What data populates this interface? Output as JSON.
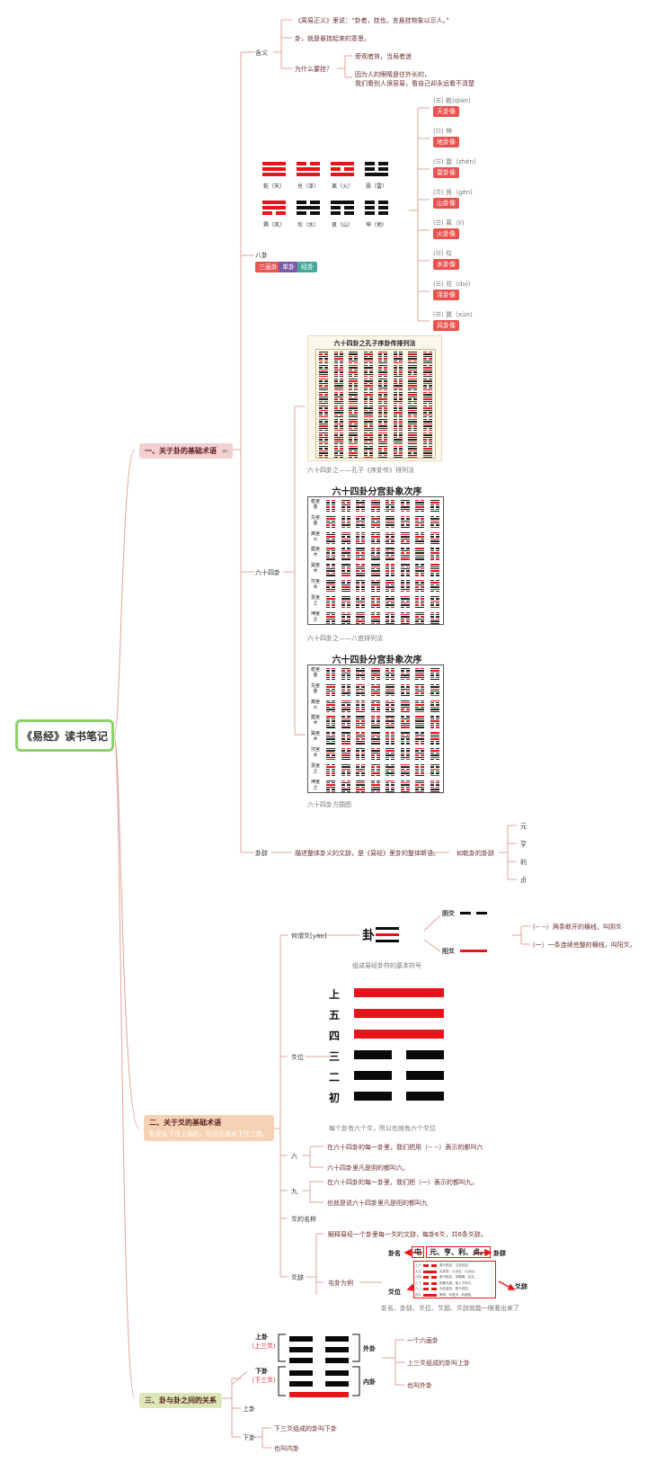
{
  "root": {
    "title": "《易经》读书笔记"
  },
  "sec1": {
    "title": "一、关于卦的基础术语",
    "hanyi": {
      "label": "含义",
      "item1": "《周易正义》里说：“卦者，挂也，言悬挂物象以示人。”",
      "item2": "卦，就是悬挂起来的意思。",
      "why_label": "为什么要挂？",
      "why1": "旁观者效，当局者迷",
      "why2a": "因为人的眼睛是往外长的，",
      "why2b": "我们看别人很容易，看自己却永远看不清楚"
    },
    "bagua": {
      "label": "八卦",
      "tags": [
        "三画卦",
        "单卦",
        "经卦"
      ],
      "trigram_names": [
        "乾（天）",
        "兑（泽）",
        "离（火）",
        "震（雷）",
        "巽（风）",
        "坎（水）",
        "艮（山）",
        "坤（地）"
      ],
      "right_items": [
        {
          "name": "(☰) 乾(qián)",
          "tag": "天卦像"
        },
        {
          "name": "(☷) 坤",
          "tag": "地卦像"
        },
        {
          "name": "(☳) 震（zhèn)",
          "tag": "雷卦像"
        },
        {
          "name": "(☶) 艮（gèn)",
          "tag": "山卦像"
        },
        {
          "name": "(☲) 离（lí)",
          "tag": "火卦像"
        },
        {
          "name": "(☵) 坎",
          "tag": "水卦像"
        },
        {
          "name": "(☱) 兑（duì)",
          "tag": "泽卦像"
        },
        {
          "name": "(☴) 巽（xùn)",
          "tag": "风卦像"
        }
      ]
    },
    "liushisi": {
      "label": "六十四卦",
      "img1_title": "六十四卦之孔子序卦传排列法",
      "img1_caption": "六十四卦之——孔子《序卦传》排列法",
      "img2_title": "六十四卦分宫卦象次序",
      "img2_caption": "六十四卦之——八宫排列法",
      "img3_title": "六十四卦分宫卦象次序",
      "img3_caption": "六十四卦方圆图",
      "palace_labels": [
        "乾宫金",
        "兑宫金",
        "离宫火",
        "震宫木",
        "巽宫木",
        "坎宫水",
        "艮宫土",
        "坤宫土"
      ]
    },
    "guaci": {
      "label": "卦辞",
      "desc": "描述整体卦义的文辞，是《易经》里卦的整体断语。",
      "example": "如乾卦的卦辞",
      "items": [
        "元",
        "亨",
        "利",
        "贞"
      ]
    }
  },
  "sec2": {
    "title": "二、关于爻的基础术语",
    "subtitle": "卦是从下往上画的，爻位也是从下往上数。",
    "heyao": {
      "label": "何谓爻[yáo]",
      "gua_char": "卦",
      "yin_label": "阴爻",
      "yang_label": "阳爻",
      "yin_desc": "(-- --）两条断开的横线，叫阴爻",
      "yang_desc": "(一）一条连续完整的横线，叫阳爻。",
      "caption": "组成易经卦符的基本符号"
    },
    "yaowei": {
      "label": "爻位",
      "positions": [
        "上",
        "五",
        "四",
        "三",
        "二",
        "初"
      ],
      "note": "每个卦有六个爻，所以也就有六个爻位"
    },
    "liu": {
      "label": "六",
      "item1": "在六十四卦的每一卦里，我们把用（-- --）表示的都叫六",
      "item2": "六十四卦里凡是阴的都叫六。"
    },
    "jiu": {
      "label": "九",
      "item1": "在六十四卦的每一卦里，我们把（一）表示的都叫九。",
      "item2": "也就是说六十四卦里凡是阳的都叫九"
    },
    "yao_name": {
      "label": "爻的名称"
    },
    "yaoci": {
      "label": "爻辞",
      "desc": "解释易经一个卦里每一爻的文辞，每卦6爻，共6条爻辞。",
      "example": "屯卦为例",
      "gua_name_label": "卦名",
      "gua_ci_label": "卦辞",
      "yao_wei_label": "爻位",
      "yao_ci_label": "爻辞",
      "gua_name": "屯",
      "gua_ci": "元、亨、利、贞。",
      "line_labels": [
        "上六",
        "九五",
        "六四",
        "六三",
        "六二",
        "初九"
      ],
      "line_texts": [
        "乘马班如，泣血涟如。",
        "屯其膏，小贞吉，大贞凶。",
        "乘马班如，求婚媾，往吉，",
        "即鹿无虞，惟入于林中，",
        "屯如邅如，乘马班如。",
        "磐桓，利居贞，利建侯。"
      ],
      "summary": "卦名、卦辞、爻位、爻题、爻辞就能一眼看出来了"
    }
  },
  "sec3": {
    "title": "三、卦与卦之间的关系",
    "upper_label": "上卦",
    "upper_alt": "（上三爻）",
    "lower_label": "下卦",
    "lower_alt": "（下三爻）",
    "wai_gua": "外卦",
    "nei_gua": "内卦",
    "right_items": [
      "一个六画卦",
      "上三爻组成的卦叫上卦",
      "也叫外卦"
    ],
    "shang_gua": "上卦",
    "xia_gua": "下卦",
    "xia_items": [
      "下三爻组成的卦叫下卦",
      "也叫内卦"
    ]
  },
  "colors": {
    "accent_red": "#e8524f",
    "root_border": "#8bd26b",
    "line": "#e0a49a"
  }
}
